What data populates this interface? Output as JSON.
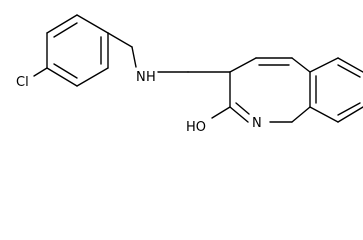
{
  "molecule": {
    "atom_labels": {
      "chlorine": "Cl",
      "amine": "N",
      "amine_h": "H",
      "ring_nitrogen": "N",
      "hydroxyl": "HO"
    }
  }
}
